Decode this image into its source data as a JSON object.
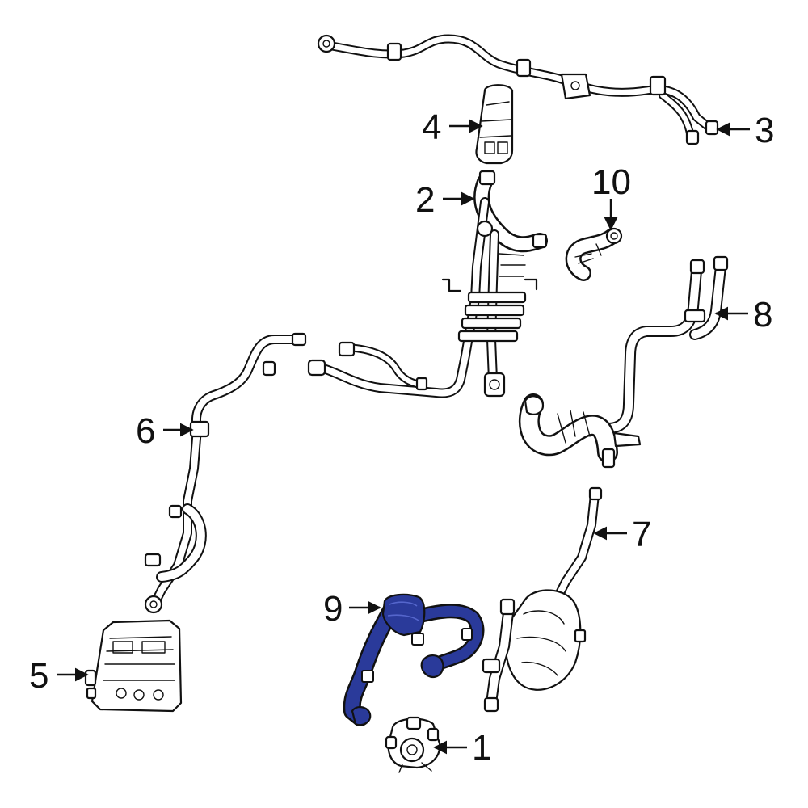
{
  "colors": {
    "line": "#111111",
    "highlight": "#2a3a9a",
    "highlight_light": "#5566cc",
    "background": "#ffffff"
  },
  "callouts": [
    {
      "id": "c1",
      "label": "1"
    },
    {
      "id": "c2",
      "label": "2"
    },
    {
      "id": "c3",
      "label": "3"
    },
    {
      "id": "c4",
      "label": "4"
    },
    {
      "id": "c5",
      "label": "5"
    },
    {
      "id": "c6",
      "label": "6"
    },
    {
      "id": "c7",
      "label": "7"
    },
    {
      "id": "c8",
      "label": "8"
    },
    {
      "id": "c9",
      "label": "9"
    },
    {
      "id": "c10",
      "label": "10"
    }
  ],
  "highlighted_part": "9"
}
